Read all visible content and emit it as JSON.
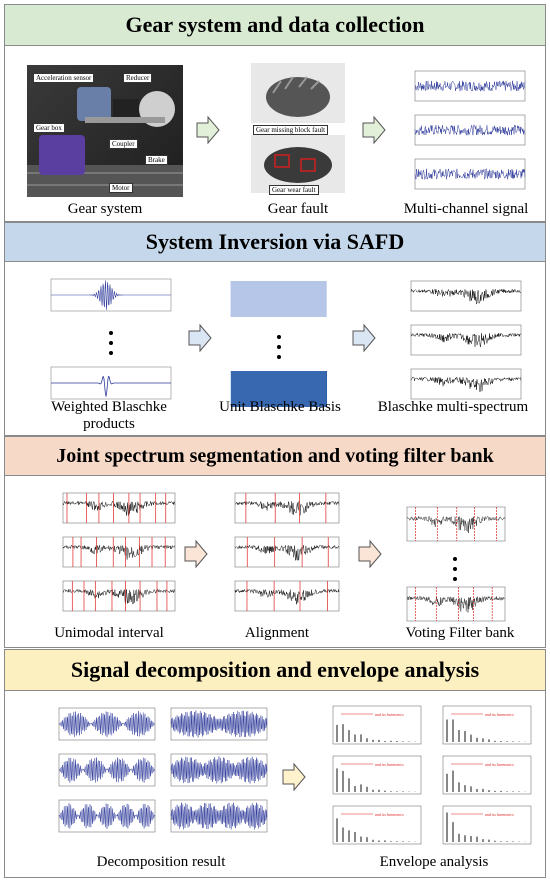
{
  "sections": [
    {
      "title": "Gear system and data collection",
      "color": "#d9ead3"
    },
    {
      "title": "System Inversion via SAFD",
      "color": "#c5d7ea"
    },
    {
      "title": "Joint spectrum segmentation and voting filter bank",
      "color": "#f7d9c8"
    },
    {
      "title": "Signal decomposition and envelope analysis",
      "color": "#fcefc0"
    }
  ],
  "s1": {
    "photo_labels": [
      "Acceleration sensor",
      "Reducer",
      "Gear box",
      "Coupler",
      "Brake",
      "Motor"
    ],
    "fault_labels": [
      "Gear missing block fault",
      "Gear wear fault"
    ],
    "captions": [
      "Gear system",
      "Gear fault",
      "Multi-channel signal"
    ]
  },
  "s2": {
    "captions": [
      "Weighted Blaschke products",
      "Unit Blaschke Basis",
      "Blaschke multi-spectrum"
    ]
  },
  "s3": {
    "captions": [
      "Unimodal interval",
      "Alignment",
      "Voting Filter bank"
    ]
  },
  "s4": {
    "captions": [
      "Decomposition result",
      "Envelope analysis"
    ],
    "envelope_note": "and its harmonics"
  },
  "colors": {
    "signal": "#2e3a9a",
    "arrow_green": "#e2f0d9",
    "arrow_blue": "#dbe6f4",
    "arrow_peach": "#fbe5d6",
    "arrow_yellow": "#fff2cc",
    "redline": "#e02020"
  }
}
